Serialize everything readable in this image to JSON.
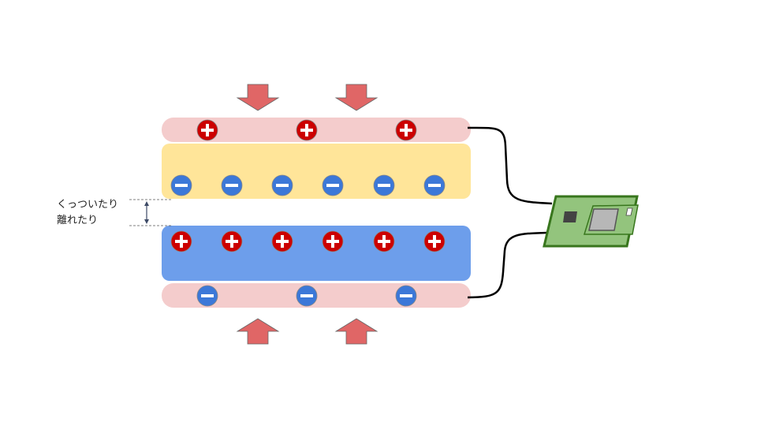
{
  "diagram": {
    "annotation": {
      "line1": "くっついたり",
      "line2": "離れたり"
    },
    "colors": {
      "electrode": "#f4cccc",
      "upper_layer": "#ffe599",
      "lower_layer": "#6d9eeb",
      "positive_charge": "#cc0000",
      "negative_charge": "#3c78d8",
      "arrow": "#e06666",
      "board": "#93c47d",
      "board_border": "#38761d",
      "wire": "#000000"
    },
    "top_electrode": {
      "charges": [
        "+",
        "+",
        "+"
      ]
    },
    "upper_layer": {
      "charges": [
        "-",
        "-",
        "-",
        "-",
        "-",
        "-"
      ]
    },
    "lower_layer": {
      "charges": [
        "+",
        "+",
        "+",
        "+",
        "+",
        "+"
      ]
    },
    "bottom_electrode": {
      "charges": [
        "-",
        "-",
        "-"
      ]
    },
    "press_arrows": {
      "top": [
        "down",
        "down"
      ],
      "bottom": [
        "up",
        "up"
      ]
    }
  }
}
